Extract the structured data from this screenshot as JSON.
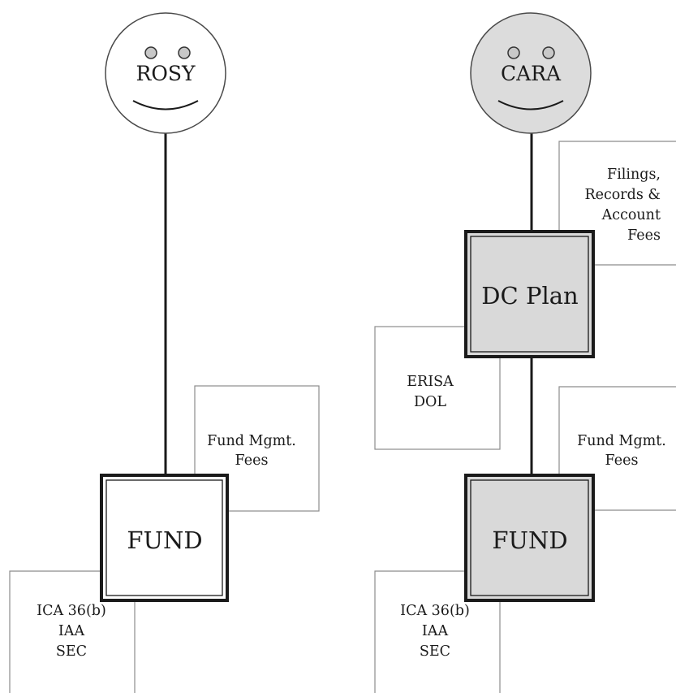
{
  "colors": {
    "background": "#ffffff",
    "outline": "#1a1a1a",
    "note_border": "#8c8c8c",
    "face_rosy_fill": "#ffffff",
    "face_cara_fill": "#dcdcdc",
    "eye_fill": "#c8c8c8",
    "fund_rosy_fill": "#ffffff",
    "gray_box_fill": "#d9d9d9"
  },
  "left": {
    "person": {
      "name": "ROSY",
      "icon": "smiley-face-icon"
    },
    "fund": {
      "label": "FUND"
    },
    "fee_note": {
      "lines": [
        "Fund Mgmt.",
        "Fees"
      ]
    },
    "regulation_note": {
      "lines": [
        "ICA 36(b)",
        "IAA",
        "SEC"
      ]
    }
  },
  "right": {
    "person": {
      "name": "CARA",
      "icon": "smiley-face-icon"
    },
    "plan": {
      "label": "DC Plan"
    },
    "plan_fee_note": {
      "lines": [
        "Filings,",
        "Records &",
        "Account",
        "Fees"
      ]
    },
    "plan_regulation_note": {
      "lines": [
        "ERISA",
        "DOL"
      ]
    },
    "fund": {
      "label": "FUND"
    },
    "fee_note": {
      "lines": [
        "Fund Mgmt.",
        "Fees"
      ]
    },
    "regulation_note": {
      "lines": [
        "ICA 36(b)",
        "IAA",
        "SEC"
      ]
    }
  }
}
